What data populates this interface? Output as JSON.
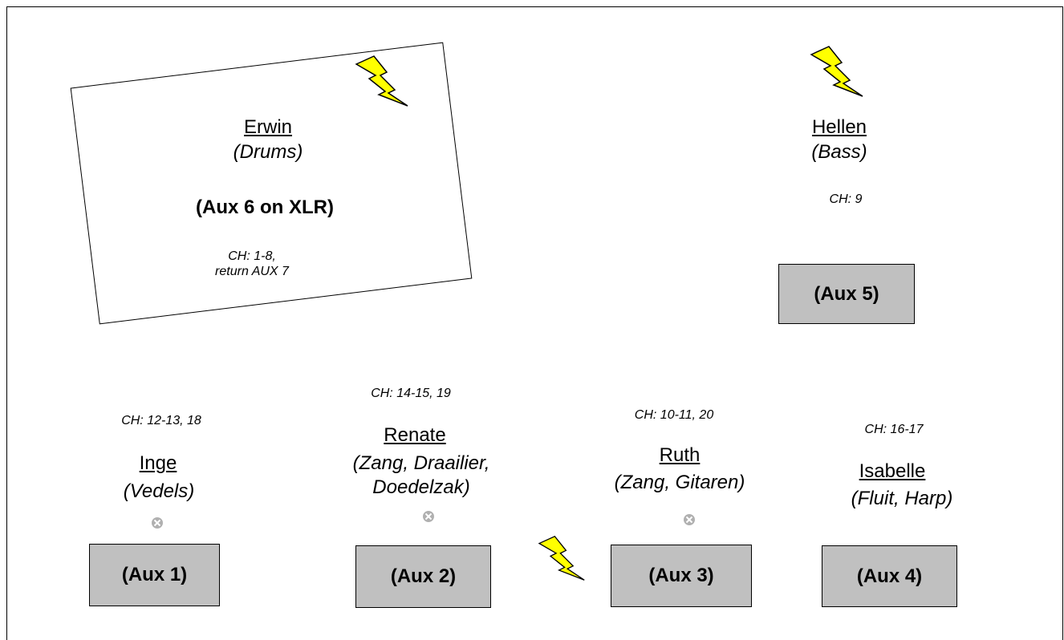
{
  "drums": {
    "name": "Erwin",
    "instrument": "(Drums)",
    "aux": "(Aux 6 on XLR)",
    "channels_line1": "CH: 1-8,",
    "channels_line2": "return AUX 7"
  },
  "bass": {
    "name": "Hellen",
    "instrument": "(Bass)",
    "channels": "CH: 9",
    "monitor": "(Aux 5)"
  },
  "musicians": [
    {
      "name": "Inge",
      "instrument_line1": "(Vedels)",
      "channels": "CH: 12-13, 18",
      "monitor": "(Aux 1)"
    },
    {
      "name": "Renate",
      "instrument_line1": "(Zang, Draailier,",
      "instrument_line2": "Doedelzak)",
      "channels": "CH: 14-15, 19",
      "monitor": "(Aux 2)"
    },
    {
      "name": "Ruth",
      "instrument_line1": "(Zang, Gitaren)",
      "channels": "CH: 10-11, 20",
      "monitor": "(Aux 3)"
    },
    {
      "name": "Isabelle",
      "instrument_line1": "(Fluit, Harp)",
      "channels": "CH: 16-17",
      "monitor": "(Aux 4)"
    }
  ],
  "colors": {
    "monitor_fill": "#c0c0c0",
    "power_bolt": "#ffff00",
    "mic_stand": "#b0b0b0"
  },
  "icons": {
    "power": "lightning-bolt-icon",
    "mic": "mic-stand-icon"
  }
}
